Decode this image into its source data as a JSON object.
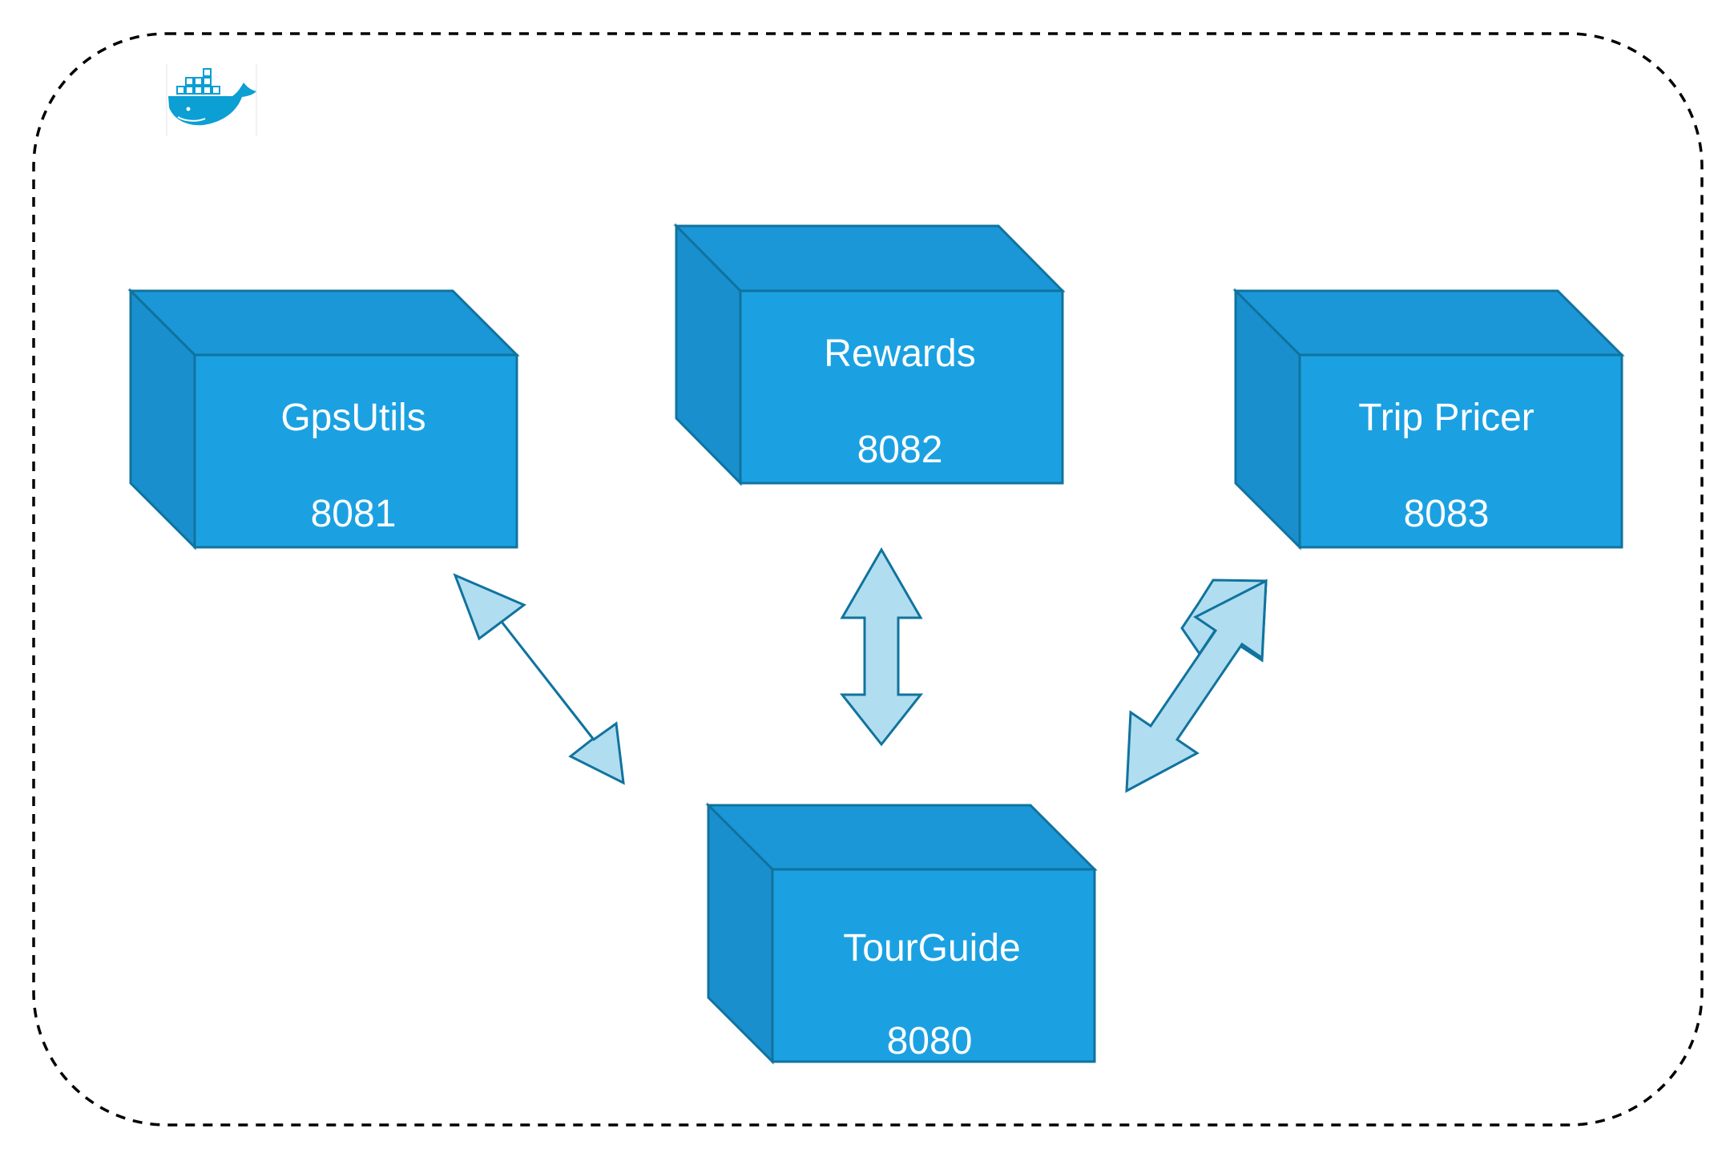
{
  "colors": {
    "cube_front": "#1ba1e2",
    "cube_side": "#1a8fcd",
    "cube_top": "#1b97d8",
    "cube_stroke": "#10739e",
    "arrow_fill": "#b1ddf0",
    "arrow_stroke": "#10739e",
    "boundary": "#000000",
    "docker_blue": "#0b9fd4"
  },
  "container": {
    "icon": "docker-whale-icon"
  },
  "services": [
    {
      "id": "gpsutils",
      "name": "GpsUtils",
      "port": "8081"
    },
    {
      "id": "rewards",
      "name": "Rewards",
      "port": "8082"
    },
    {
      "id": "trip-pricer",
      "name": "Trip Pricer",
      "port": "8083"
    },
    {
      "id": "tourguide",
      "name": "TourGuide",
      "port": "8080"
    }
  ],
  "connections": [
    {
      "from": "gpsutils",
      "to": "tourguide",
      "direction": "bidirectional"
    },
    {
      "from": "rewards",
      "to": "tourguide",
      "direction": "bidirectional"
    },
    {
      "from": "trip-pricer",
      "to": "tourguide",
      "direction": "bidirectional"
    }
  ]
}
